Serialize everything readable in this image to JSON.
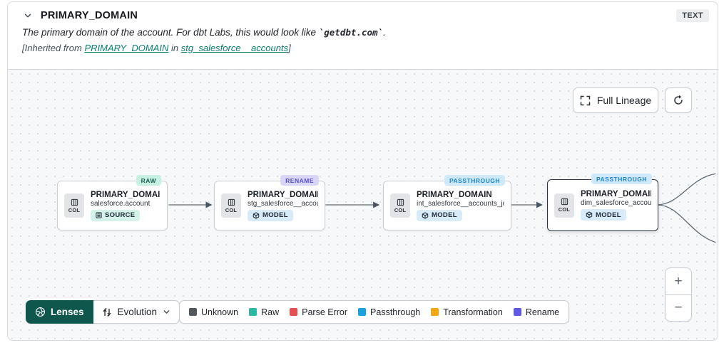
{
  "header": {
    "title": "PRIMARY_DOMAIN",
    "type_badge": "TEXT",
    "description_prefix": "The primary domain of the account. For dbt Labs, this would look like ",
    "description_code": "`getdbt.com`",
    "description_suffix": ".",
    "inherited_prefix": "[Inherited from ",
    "inherited_link_column": "PRIMARY_DOMAIN",
    "inherited_middle": " in ",
    "inherited_link_model": "stg_salesforce__accounts",
    "inherited_suffix": "]"
  },
  "toolbar": {
    "full_lineage_label": "Full Lineage"
  },
  "nodes": [
    {
      "title": "PRIMARY_DOMAIN__C",
      "subtitle": "salesforce.account",
      "resource": "SOURCE",
      "status": "RAW",
      "col_label": "COL"
    },
    {
      "title": "PRIMARY_DOMAIN",
      "subtitle": "stg_salesforce__accounts",
      "resource": "MODEL",
      "status": "RENAME",
      "col_label": "COL"
    },
    {
      "title": "PRIMARY_DOMAIN",
      "subtitle": "int_salesforce__accounts_joined",
      "resource": "MODEL",
      "status": "PASSTHROUGH",
      "col_label": "COL"
    },
    {
      "title": "PRIMARY_DOMAIN",
      "subtitle": "dim_salesforce_accounts",
      "resource": "MODEL",
      "status": "PASSTHROUGH",
      "col_label": "COL"
    }
  ],
  "lenses": {
    "label": "Lenses",
    "selected_lens": "Evolution"
  },
  "legend": [
    {
      "label": "Unknown",
      "color": "#52575d"
    },
    {
      "label": "Raw",
      "color": "#2cb8a2"
    },
    {
      "label": "Parse Error",
      "color": "#e25050"
    },
    {
      "label": "Passthrough",
      "color": "#1ba0e0"
    },
    {
      "label": "Transformation",
      "color": "#f3a712"
    },
    {
      "label": "Rename",
      "color": "#6158e0"
    }
  ],
  "zoom_controls": {
    "zoom_in": "+",
    "zoom_out": "−"
  },
  "colors": {
    "link_teal": "#0a7e71",
    "lenses_green": "#0f574d",
    "status_raw_bg": "#c6f1e2",
    "status_rename_bg": "#d9d6f8",
    "status_passthrough_bg": "#cfe8fa"
  }
}
